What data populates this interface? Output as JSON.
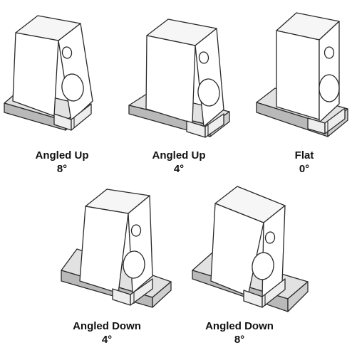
{
  "configurations": [
    {
      "name": "Angled Up",
      "angle": "8°"
    },
    {
      "name": "Angled Up",
      "angle": "4°"
    },
    {
      "name": "Flat",
      "angle": "0°"
    },
    {
      "name": "Angled Down",
      "angle": "4°"
    },
    {
      "name": "Angled Down",
      "angle": "8°"
    }
  ],
  "colors": {
    "line": "#2a2a2a",
    "speaker_face": "#ffffff",
    "speaker_side": "#f6f6f6",
    "stand_top": "#e2e2e2",
    "stand_front": "#b9b9b9",
    "stand_side": "#cfcfcf",
    "foot": "#eeeeee"
  }
}
